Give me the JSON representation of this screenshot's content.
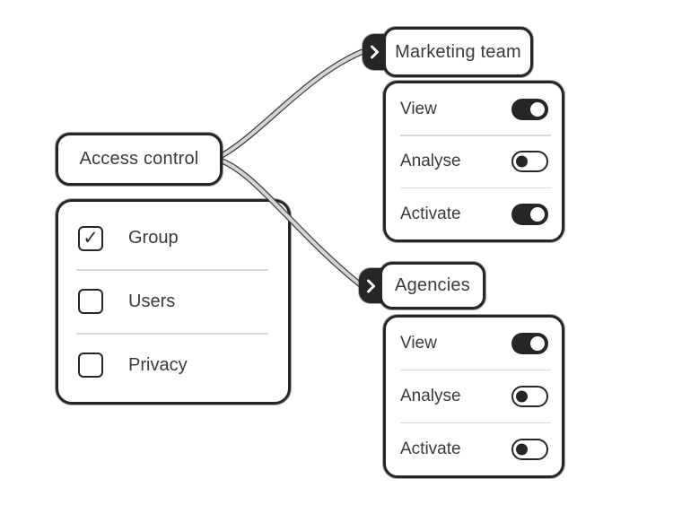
{
  "diagram": {
    "root": {
      "label": "Access control"
    },
    "options": {
      "items": [
        {
          "label": "Group",
          "checked": true
        },
        {
          "label": "Users",
          "checked": false
        },
        {
          "label": "Privacy",
          "checked": false
        }
      ]
    },
    "branches": [
      {
        "title": "Marketing team",
        "permissions": [
          {
            "label": "View",
            "enabled": true
          },
          {
            "label": "Analyse",
            "enabled": false
          },
          {
            "label": "Activate",
            "enabled": true
          }
        ]
      },
      {
        "title": "Agencies",
        "permissions": [
          {
            "label": "View",
            "enabled": true
          },
          {
            "label": "Analyse",
            "enabled": false
          },
          {
            "label": "Activate",
            "enabled": false
          }
        ]
      }
    ]
  },
  "icons": {
    "branch_expander": "chevron-right-icon",
    "checked_glyph": "✓"
  },
  "colors": {
    "ink": "#262626",
    "text": "#3a3a3a",
    "connector": "#d4d4d4",
    "connector_edge": "#3a3a3a",
    "divider": "#d9d9d9",
    "background": "#ffffff"
  }
}
